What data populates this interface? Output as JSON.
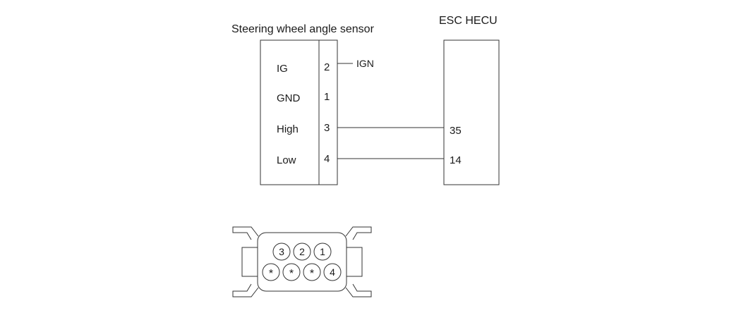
{
  "sensor": {
    "title": "Steering wheel angle sensor",
    "signals": [
      "IG",
      "GND",
      "High",
      "Low"
    ],
    "pins": [
      "2",
      "1",
      "3",
      "4"
    ],
    "ign_label": "IGN"
  },
  "ecu": {
    "title": "ESC HECU",
    "pins": [
      "35",
      "14"
    ]
  },
  "connector": {
    "top_row": [
      "3",
      "2",
      "1"
    ],
    "bottom_row": [
      "*",
      "*",
      "*",
      "4"
    ]
  }
}
